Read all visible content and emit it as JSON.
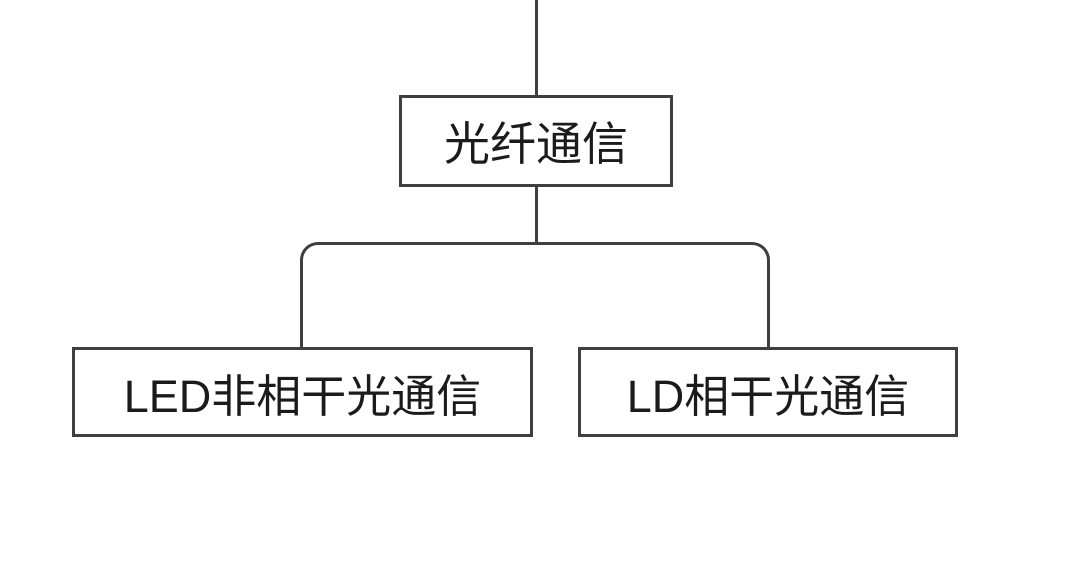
{
  "diagram": {
    "title": "fiber-optic-communication-tree",
    "root": {
      "label": "光纤通信"
    },
    "children": [
      {
        "label": "LED非相干光通信"
      },
      {
        "label": "LD相干光通信"
      }
    ],
    "colors": {
      "line": "#3f3f3f",
      "text": "#1b1b1b",
      "background": "#ffffff"
    }
  }
}
